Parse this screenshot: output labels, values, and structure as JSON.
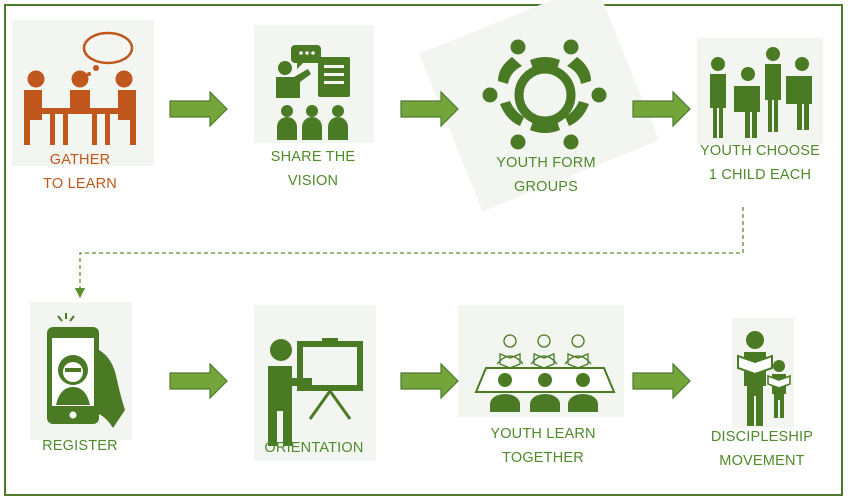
{
  "colors": {
    "green": "#5b8f2e",
    "dark_green": "#4a7a24",
    "orange": "#c0571d",
    "frame": "#4e7a2e",
    "tile_bg": "#f3f5f1"
  },
  "steps": [
    {
      "icon": "meeting-table-icon",
      "lines": [
        "GATHER",
        "TO LEARN"
      ],
      "color": "orange"
    },
    {
      "icon": "presenter-audience-icon",
      "lines": [
        "SHARE THE",
        "VISION"
      ],
      "color": "green"
    },
    {
      "icon": "group-circle-icon",
      "lines": [
        "YOUTH FORM",
        "GROUPS"
      ],
      "color": "green"
    },
    {
      "icon": "youth-with-children-icon",
      "lines": [
        "YOUTH CHOOSE",
        "1 CHILD EACH"
      ],
      "color": "green"
    },
    {
      "icon": "phone-selfie-icon",
      "lines": [
        "REGISTER"
      ],
      "color": "green"
    },
    {
      "icon": "presentation-board-icon",
      "lines": [
        "ORIENTATION"
      ],
      "color": "green"
    },
    {
      "icon": "classroom-icon",
      "lines": [
        "YOUTH LEARN",
        "TOGETHER"
      ],
      "color": "green"
    },
    {
      "icon": "adult-child-reading-icon",
      "lines": [
        "DISCIPLESHIP",
        "MOVEMENT"
      ],
      "color": "green"
    }
  ],
  "arrows": [
    "right-arrow",
    "right-arrow",
    "right-arrow",
    "right-arrow",
    "right-arrow",
    "right-arrow"
  ],
  "connector": "dashed-down-arrow"
}
